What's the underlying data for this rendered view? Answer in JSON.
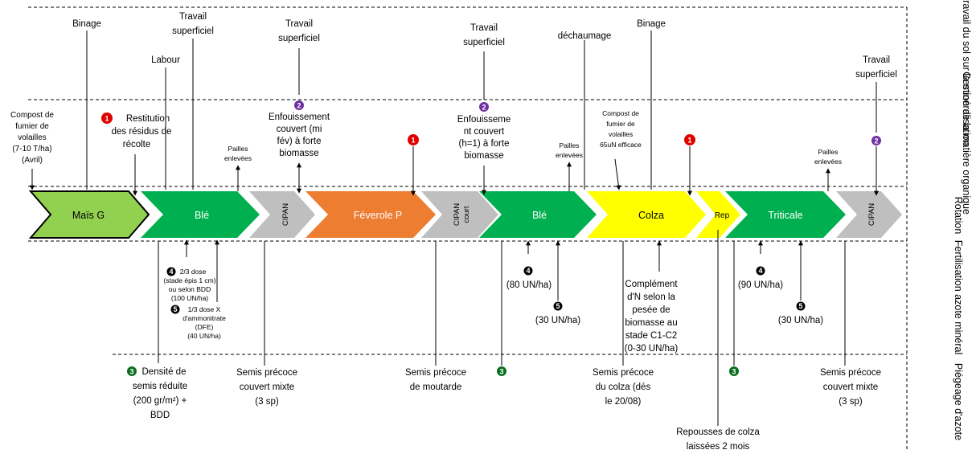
{
  "bands": [
    "Effet du travail du sol sur la minéralisation",
    "Gestion de la matière organique",
    "Rotation",
    "Fertilisation azote minéral",
    "Piégeage d'azote"
  ],
  "rotation": {
    "mais": "Maïs G",
    "ble1": "Blé",
    "cipan1": "CIPAN",
    "feverole": "Féverole P",
    "cipan_court": "CIPAN court",
    "ble2": "Blé",
    "colza": "Colza",
    "rep": "Rep",
    "triticale": "Triticale",
    "cipan2": "CIPAN"
  },
  "tillage": {
    "binage1": "Binage",
    "travail1": "Travail superficiel",
    "labour": "Labour",
    "travail2": "Travail superficiel",
    "travail3": "Travail superficiel",
    "dechaumage": "déchaumage",
    "binage2": "Binage",
    "travail4": "Travail superficiel"
  },
  "organic": {
    "compost1": "Compost de fumier de volailles (7-10 T/ha) (Avril)",
    "restitution": "Restitution des résidus de récolte",
    "pailles1": "Pailles enlevées",
    "enfouissement1": "Enfouissement couvert (mi fév) à forte biomasse",
    "enfouissement2": "Enfouisseme nt couvert (h=1) à forte biomasse",
    "pailles2": "Pailles enlevées",
    "compost2": "Compost de fumier de volailles 65uN efficace",
    "pailles3": "Pailles enlevées"
  },
  "fertilisation": {
    "f1": "2/3 dose (stade épis 1 cm) ou selon BDD (100 UN/ha)",
    "f2": "1/3 dose X d'ammonitrate (DFE) (40 UN/ha)",
    "f3": "(80 UN/ha)",
    "f4": "(30 UN/ha)",
    "f5": "Complément d'N selon la pesée de biomasse au stade C1-C2 (0-30 UN/ha)",
    "f6": "(90 UN/ha)",
    "f7": "(30 UN/ha)"
  },
  "trapping": {
    "t1": "Densité de semis réduite (200 gr/m²) + BDD",
    "t2": "Semis précoce couvert mixte (3 sp)",
    "t3": "Semis précoce de moutarde",
    "t4": "Semis précoce du colza (dés le 20/08)",
    "t5": "Repousses de colza laissées 2 mois",
    "t6": "Semis précoce couvert mixte (3 sp)"
  },
  "markers": {
    "one": "1",
    "two": "2",
    "three": "3",
    "four": "4",
    "five": "5"
  },
  "colors": {
    "mais": "#92d050",
    "ble": "#00b050",
    "cipan": "#bfbfbf",
    "feverole": "#ed7d31",
    "colza": "#ffff00",
    "red": "#e00000",
    "purple": "#7030a0",
    "green": "#0a6e1e",
    "black": "#000000"
  }
}
